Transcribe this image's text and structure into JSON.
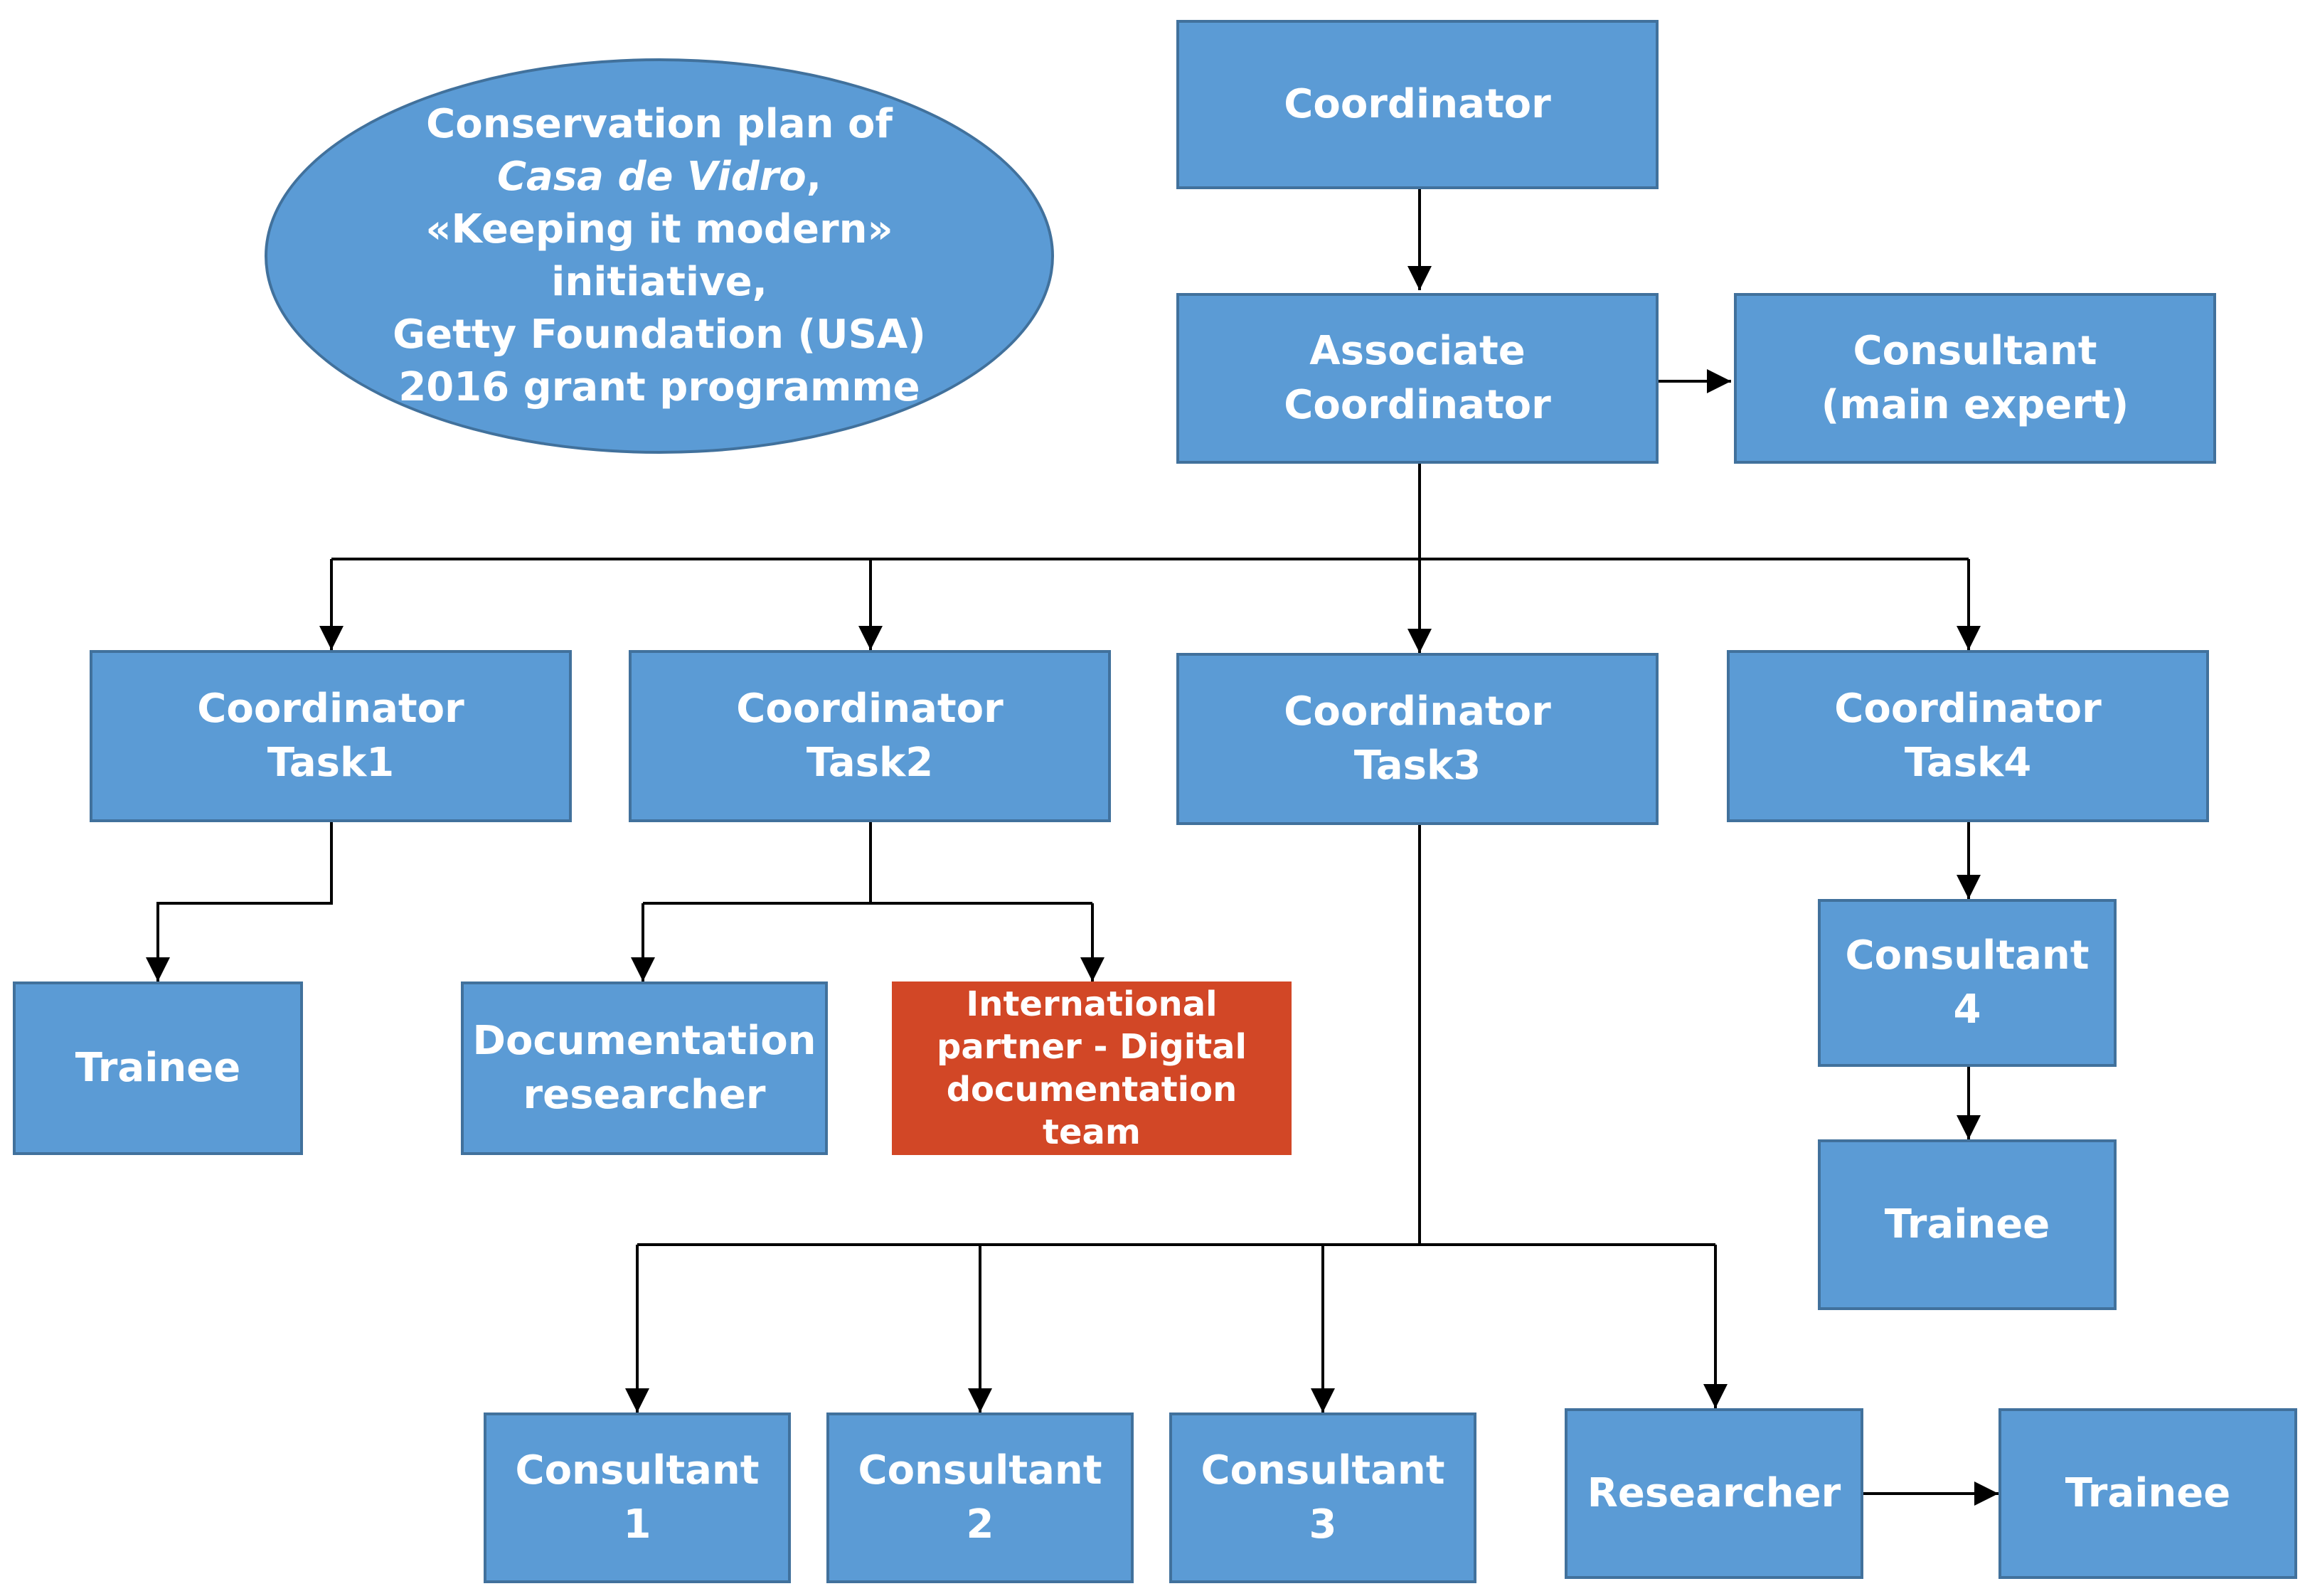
{
  "project": {
    "line1": "Conservation plan of",
    "line2_italic": "Casa de Vidro",
    "line2_tail": ",",
    "line3": "«Keeping it modern»",
    "line4": "initiative,",
    "line5": "Getty Foundation (USA)",
    "line6": "2016 grant programme"
  },
  "nodes": {
    "coordinator": "Coordinator",
    "associate_coordinator": "Associate\nCoordinator",
    "consultant_main": "Consultant\n(main expert)",
    "coord_task1": "Coordinator\nTask1",
    "coord_task2": "Coordinator\nTask2",
    "coord_task3": "Coordinator\nTask3",
    "coord_task4": "Coordinator\nTask4",
    "trainee_task1": "Trainee",
    "documentation_researcher": "Documentation\nresearcher",
    "international_partner": "International\npartner - Digital\ndocumentation\nteam",
    "consultant_4": "Consultant\n4",
    "trainee_task4": "Trainee",
    "consultant_1": "Consultant\n1",
    "consultant_2": "Consultant\n2",
    "consultant_3": "Consultant\n3",
    "researcher": "Researcher",
    "trainee_researcher": "Trainee"
  },
  "colors": {
    "box_fill": "#5b9bd5",
    "box_border": "#41719c",
    "partner_fill": "#d24726",
    "connector": "#000000"
  }
}
